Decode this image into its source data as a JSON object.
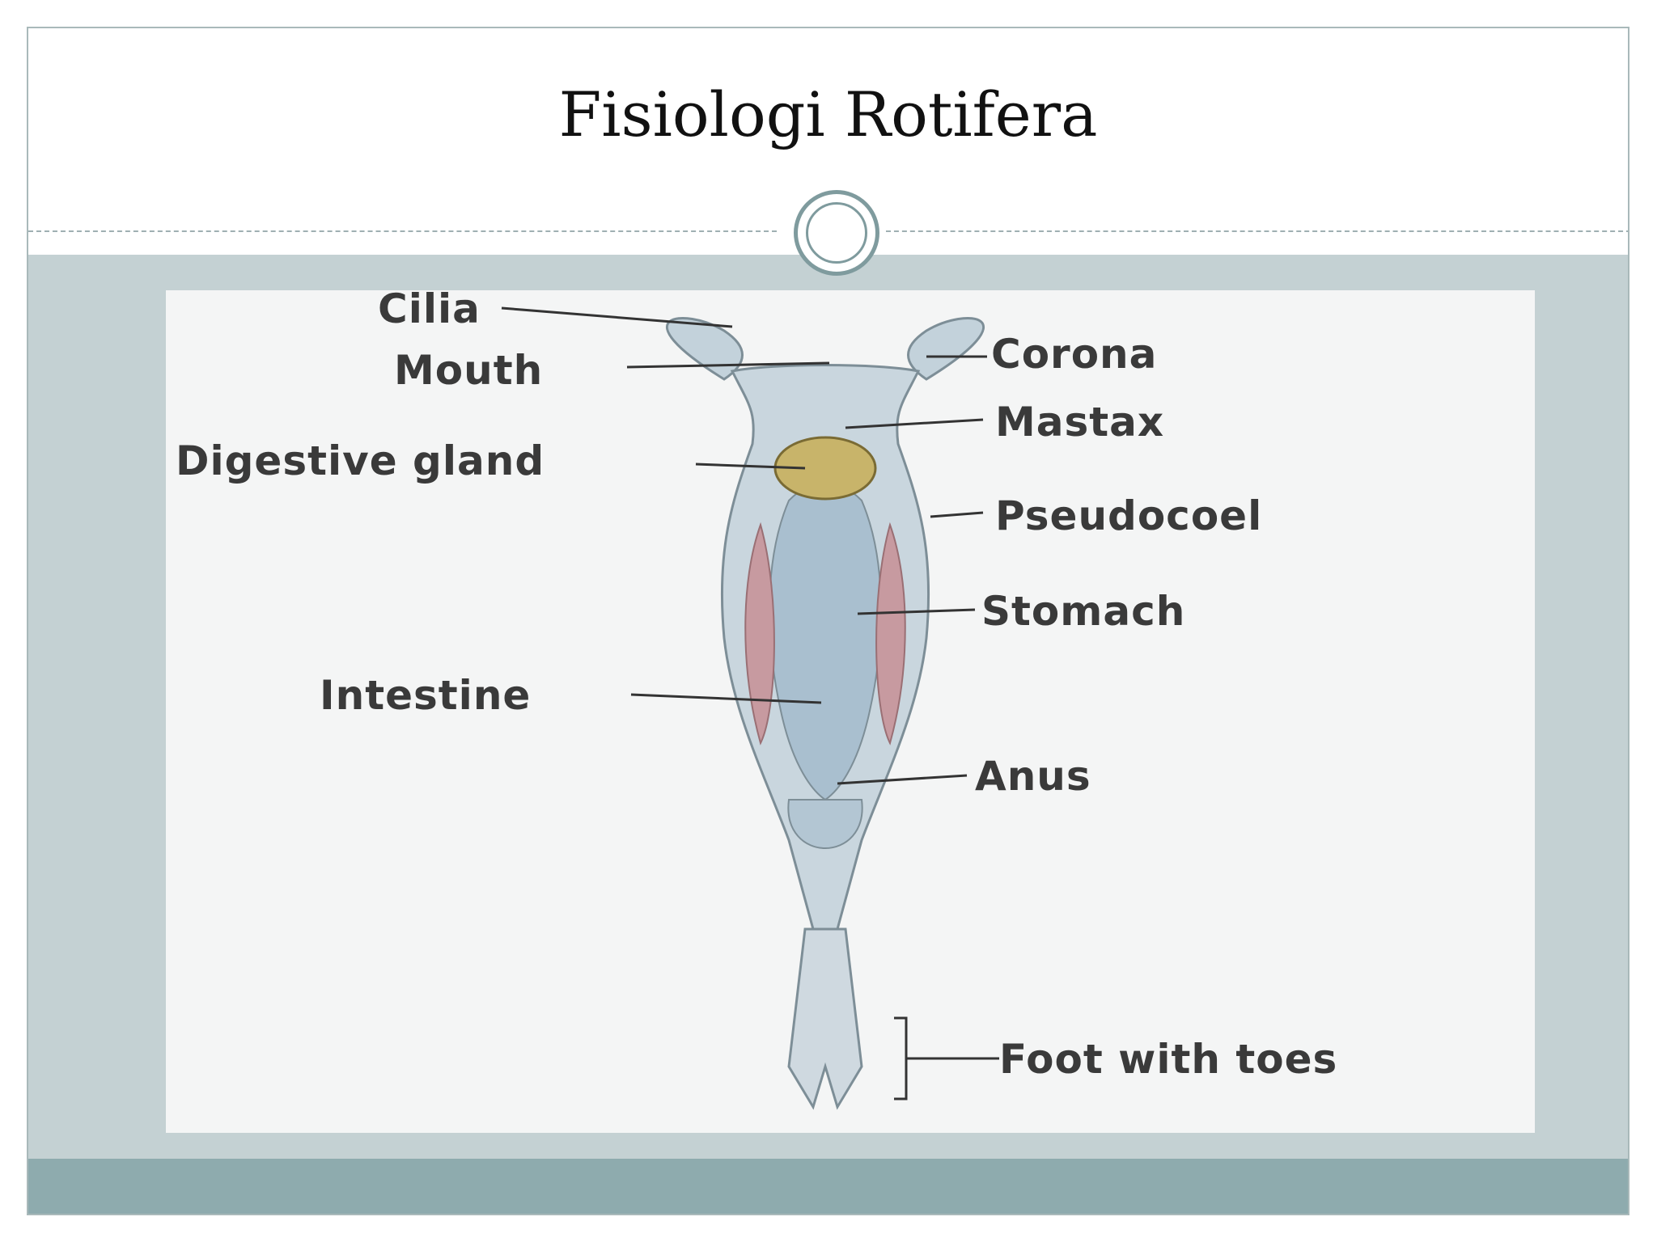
{
  "slide": {
    "title": "Fisiologi Rotifera"
  },
  "diagram": {
    "labels": {
      "cilia": "Cilia",
      "mouth": "Mouth",
      "digestive_gland": "Digestive gland",
      "intestine": "Intestine",
      "corona": "Corona",
      "mastax": "Mastax",
      "pseudocoel": "Pseudocoel",
      "stomach": "Stomach",
      "anus": "Anus",
      "foot_with_toes": "Foot with toes"
    }
  },
  "colors": {
    "content_band": "#c4d1d3",
    "footer_band": "#8eabae",
    "ornament": "#7f9b9e",
    "body_fill": "#b8c9d4",
    "mastax_fill": "#c8b46a",
    "muscle_fill": "#c79aa0"
  }
}
